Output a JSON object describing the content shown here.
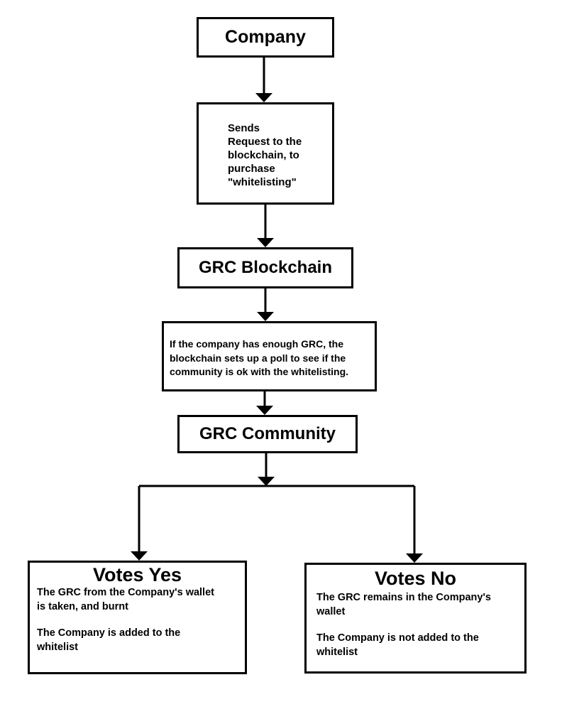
{
  "nodes": {
    "company": {
      "title": "Company"
    },
    "sends_request": {
      "text": "Sends\nRequest to the\nblockchain, to\npurchase\n\"whitelisting\""
    },
    "grc_blockchain": {
      "title": "GRC Blockchain"
    },
    "poll": {
      "text": "If the company has enough GRC, the\nblockchain sets up a poll to see if the\ncommunity is ok with the whitelisting."
    },
    "grc_community": {
      "title": "GRC Community"
    },
    "votes_yes": {
      "title": "Votes Yes",
      "line1": "The GRC from the Company's wallet\nis taken, and burnt",
      "line2": "The Company is added to the\nwhitelist"
    },
    "votes_no": {
      "title": "Votes No",
      "line1": "The GRC remains in the Company's\nwallet",
      "line2": "The Company is not added to the\nwhitelist"
    }
  },
  "colors": {
    "stroke": "#000000",
    "background": "#ffffff"
  }
}
